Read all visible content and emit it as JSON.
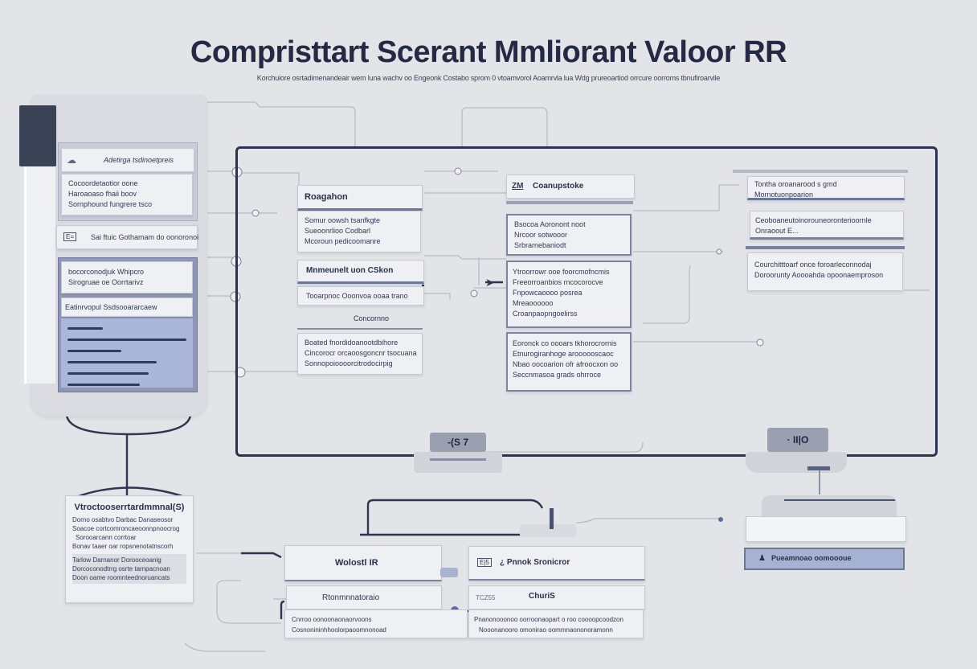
{
  "header": {
    "title": "Compristtart Scerant Mmliorant Valoor RR",
    "subtitle": "Korchuiore osrtadimenandeair wem luna wachv oo Engeonk Costabo sprom 0 vtoamvorol Aoamrvla lua Wdg prureoartiod orrcure oorroms tbnufiroarvile"
  },
  "left_panel": {
    "card1": {
      "icon": "cloud-icon",
      "header": "Adetirga tsdinoetpreis",
      "lines": [
        "Cocoordetaotior oone",
        "Haroaoaso fhaii boov",
        "Sornphound fungrere tsco"
      ]
    },
    "row2": {
      "icon": "battery-icon",
      "icon_text": "E=",
      "label": "Sai ftuic Gothamam do oonoronoi"
    },
    "card3": {
      "lines": [
        "bocorconodjuk Whipcro",
        "Sirogruae oe Oorrtarivz"
      ]
    },
    "row4": {
      "label": "Eatinrvopul Ssdsooararcaew"
    },
    "list_bar_fill_percent": [
      30,
      100,
      45,
      75,
      68,
      61
    ]
  },
  "col2": {
    "card1": {
      "header": "Roagahon"
    },
    "card2": {
      "lines": [
        "Somur oowsh tsanfkgte",
        "Sueoonrlioo Codbarl",
        "Mcoroun pedicoomanre"
      ]
    },
    "card3": {
      "header": "Mnmeunelt uon CSkon"
    },
    "card4": {
      "text": "Tooarpnoc Ooonvoa ooaa trano"
    },
    "card5": {
      "header": "Concornno"
    },
    "card6": {
      "lines": [
        "Boated fnordidoanootdbihore",
        "Cincorocr orcaoosgoncnr tsocuana",
        "Sonnopoioooorcitrodocirpig"
      ]
    }
  },
  "col3": {
    "card1": {
      "icon": "document-icon",
      "icon_text": "ZM",
      "header": "Coanupstoke"
    },
    "card2": {
      "lines": [
        "Bsocoa Aoronont noot",
        "Nrcoor sotwooor",
        "Srbrarnebaniodt"
      ]
    },
    "card3": {
      "lines": [
        "Ytroorrowr ooe foorcmofncmis",
        "Freeorroanbios rncocorocve",
        "Fnpowcaoooo posrea",
        "Mreaoooooo",
        "Croanpaopngoelirss"
      ]
    },
    "card4": {
      "lines": [
        "Eoronck co oooars tkhorocrornis",
        "Etnurogiranhoge aroooooscaoc",
        "Nbao oocoarion ofr afroocxon oo",
        "Seccnmasoa grads ohrroce"
      ]
    }
  },
  "col4": {
    "card1": {
      "lines": [
        "Tontha oroanarood s gmd",
        "Mornotuonpoarion"
      ]
    },
    "card2": {
      "lines": [
        "Ceoboaneutoinorouneoronterioornle",
        "Onraoout E..."
      ]
    },
    "card3": {
      "lines": [
        "Courchitttoarf once foroarleconnodaj",
        "Doroorunty Aoooahda opoonaemproson"
      ]
    }
  },
  "monitors": {
    "left": {
      "label": "-(S 7"
    },
    "right": {
      "label": "· II|O"
    }
  },
  "bottom_left": {
    "header": "Vtroctooserrtardmmnal(S)",
    "lines": [
      "Dorno osabtvo Darbac Danaseosor",
      "Soacoe cortcomroncaeoonnpnoocrog",
      "Sorooarcann corrtoar",
      "Bonav taaer oar ropsnenotatnscorh"
    ],
    "shaded_lines": [
      "Tarlow Darnanor Dorooceoanig",
      "Dorcoconodtrrg osrte tarnpacnoan",
      "Doon oame roomnteednoruancats"
    ]
  },
  "bottom_mid": {
    "left_header": "Wolostl IR",
    "left_sub": "Rtonmnnatoraio",
    "left_lines": [
      "Cnrroo oonoonaonaorvoons",
      "Cosnonininhhoolorpaoomnonoad"
    ],
    "right_icon": "grid-icon",
    "right_icon_text": "E|5",
    "right_header": "¿ Pnnok Sronicror",
    "right_tag": "TCZ55",
    "right_sub": "ChuriS",
    "right_lines": [
      "Pnanonooonoo oorroonaopart o roo coooopcoodzon",
      "Nooonanooro omonirao oommnaononoramonn"
    ]
  },
  "bottom_right": {
    "button_icon": "user-icon",
    "button_label": "Pueamnoao oomoooue"
  }
}
